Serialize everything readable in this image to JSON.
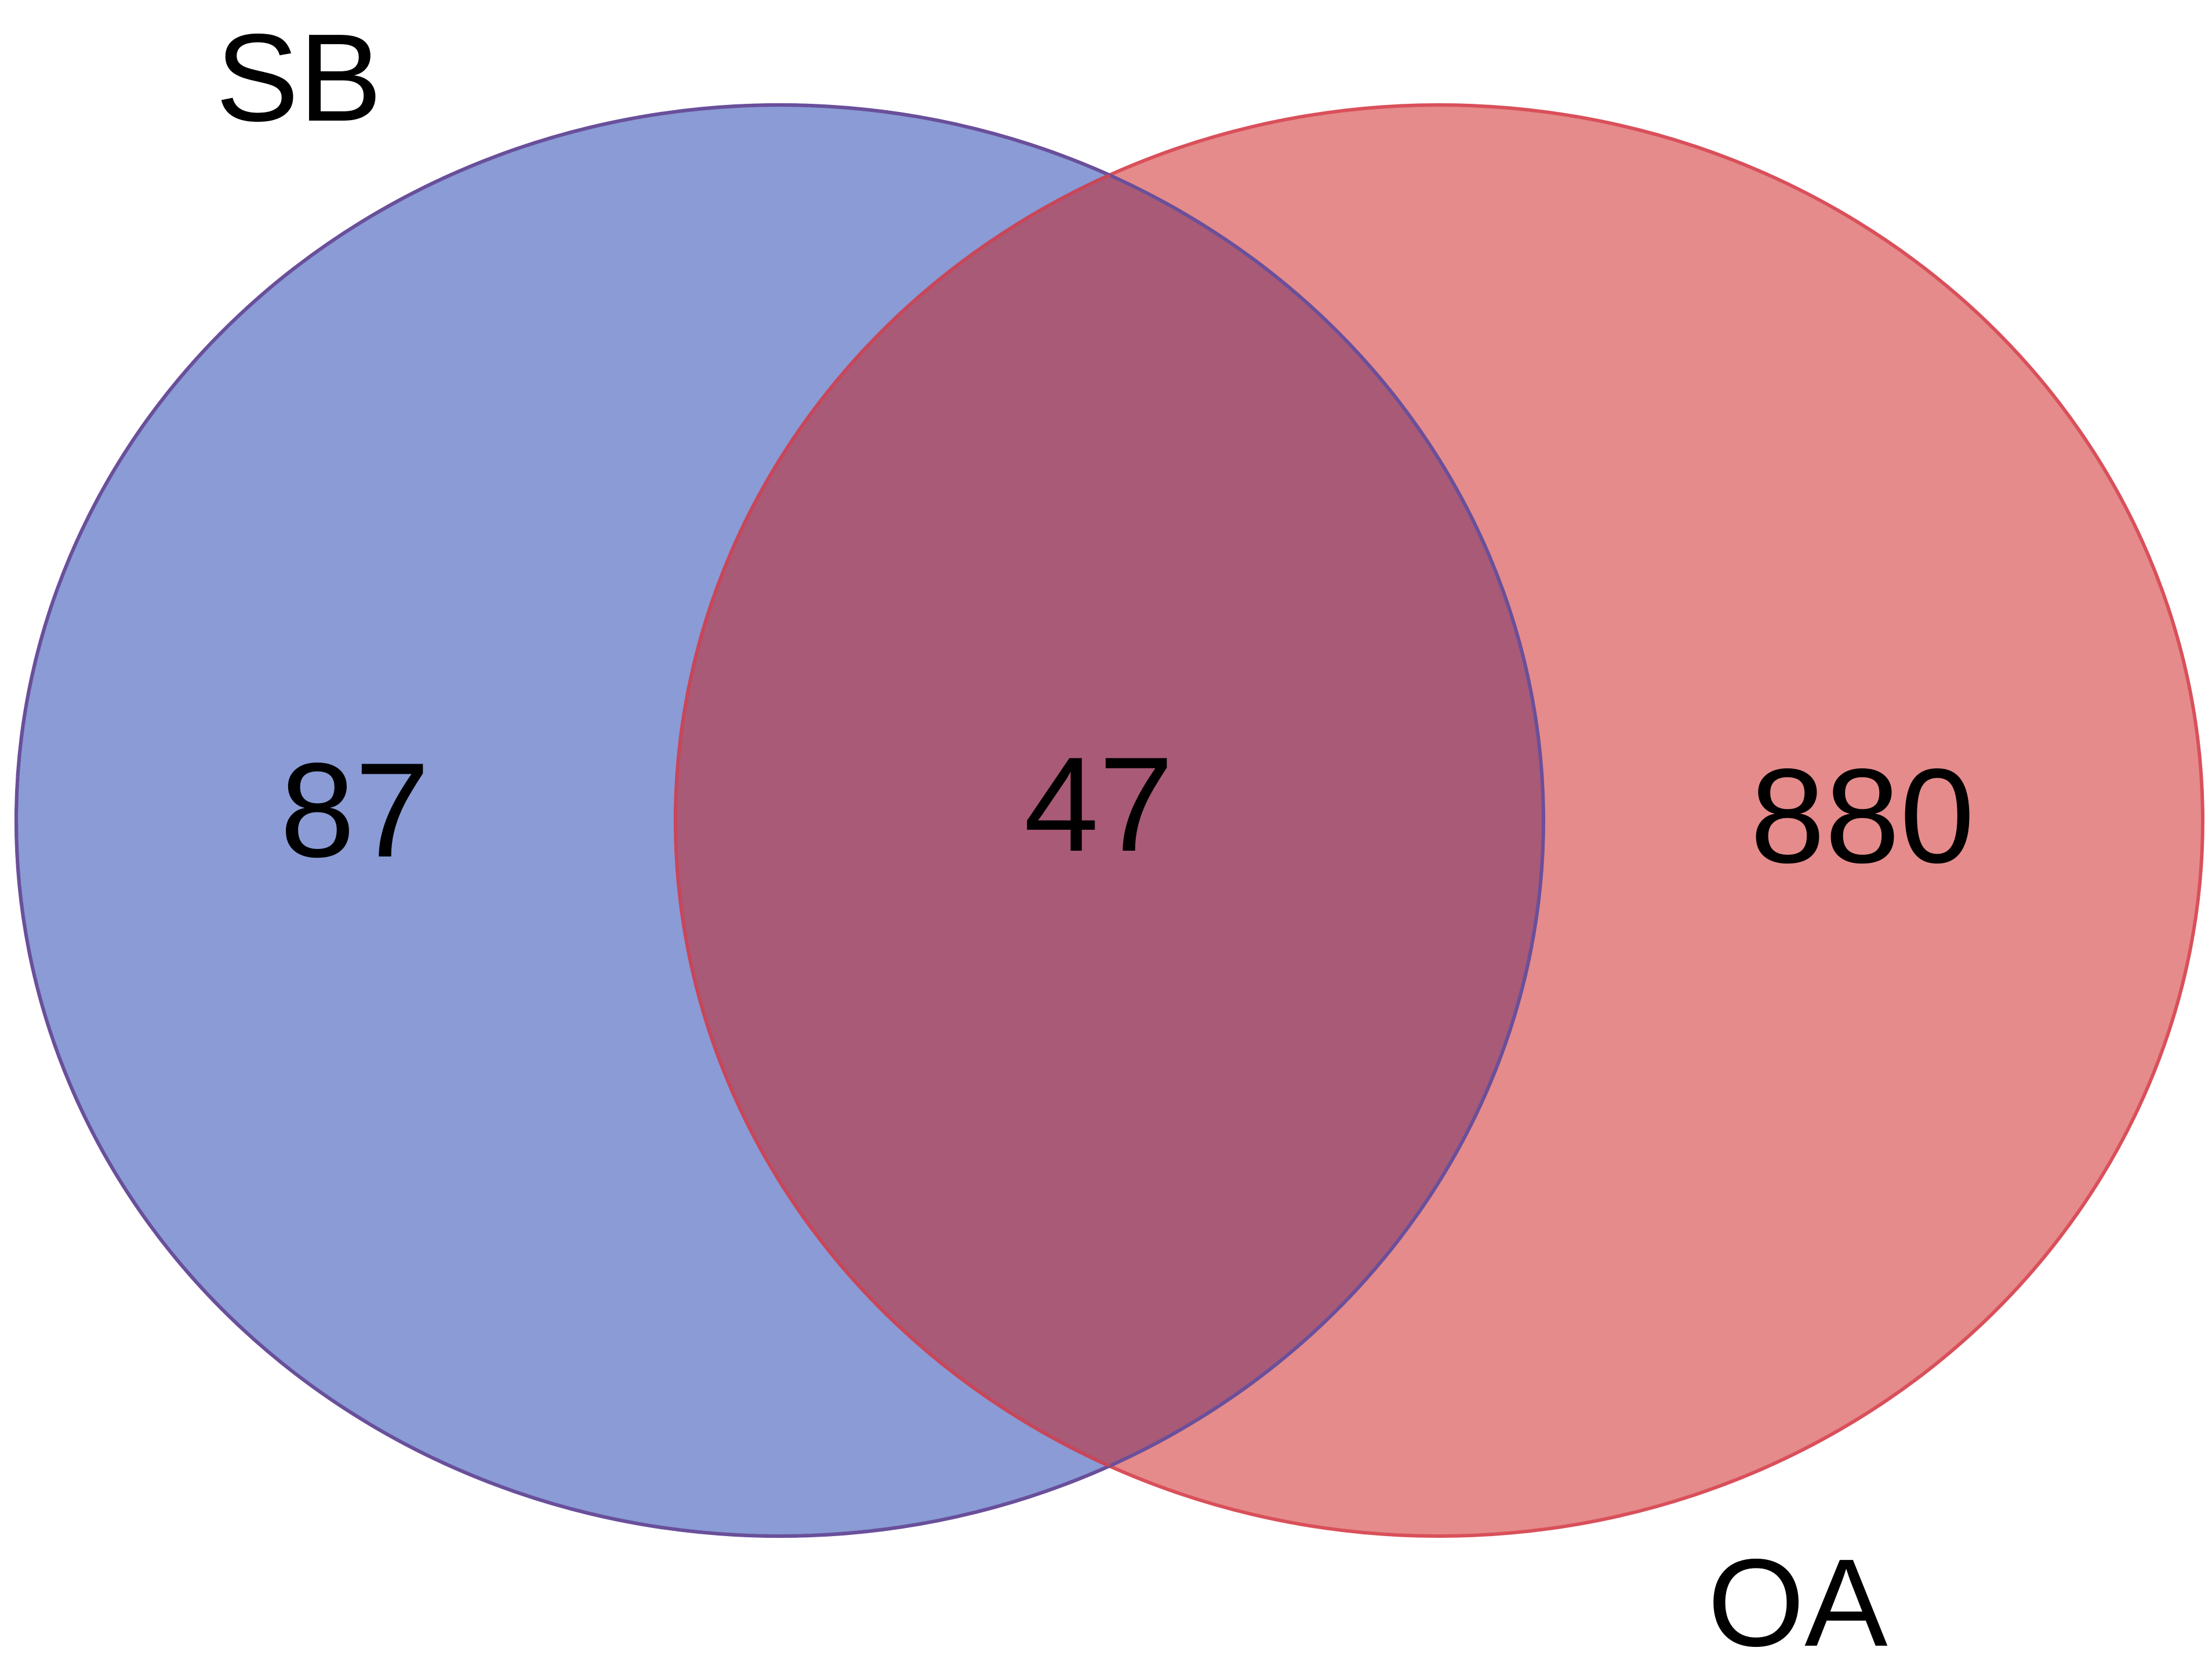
{
  "diagram": {
    "type": "venn",
    "sets": [
      {
        "name": "SB",
        "only_count": "87",
        "color": "#6f86cc",
        "stroke": "#4a5fc0"
      },
      {
        "name": "OA",
        "only_count": "880",
        "color": "#e07b7b",
        "stroke": "#d9505a"
      }
    ],
    "intersection": {
      "count": "47",
      "color": "#a85a77"
    }
  }
}
